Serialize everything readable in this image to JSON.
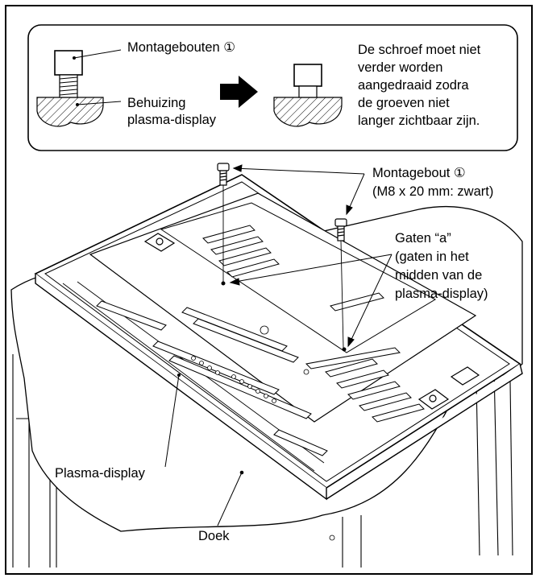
{
  "inset": {
    "bolts_label": "Montagebouten ①",
    "housing_label_1": "Behuizing",
    "housing_label_2": "plasma-display",
    "note_lines": [
      "De schroef moet niet",
      "verder worden",
      "aangedraaid zodra",
      "de groeven niet",
      "langer zichtbaar zijn."
    ]
  },
  "main": {
    "bolt_label_1": "Montagebout ①",
    "bolt_label_2": "(M8 x 20 mm: zwart)",
    "holes_lines": [
      "Gaten “a”",
      "(gaten in het",
      "midden van de",
      "plasma-display)"
    ],
    "display_label": "Plasma-display",
    "cloth_label": "Doek"
  }
}
